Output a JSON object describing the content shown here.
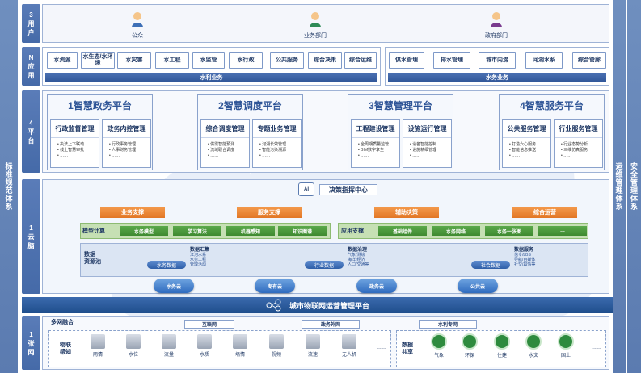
{
  "left_sidebar": "标准规范体系",
  "right_sidebar_1": "运维管理体系",
  "right_sidebar_2": "安全管理体系",
  "levels": {
    "users": "3\n用\n户",
    "apps": "N\n应\n用",
    "platform": "4\n平\n台",
    "cloud": "1\n云\n脑",
    "network": "1\n张\n网"
  },
  "users": [
    {
      "label": "公众"
    },
    {
      "label": "业务部门"
    },
    {
      "label": "政府部门"
    }
  ],
  "apps": {
    "water_items": [
      "水资源",
      "水生态/水环境",
      "水灾害",
      "水工程",
      "水监管",
      "水行政",
      "公共服务",
      "综合决策",
      "综合运维"
    ],
    "water_label": "水利业务",
    "affairs_items": [
      "供水管理",
      "排水管理",
      "城市内涝",
      "河湖水系",
      "综合管廊"
    ],
    "affairs_label": "水务业务"
  },
  "platforms": [
    {
      "title": "1智慧政务平台",
      "subs": [
        {
          "name": "行政监督管理",
          "items": [
            "执法上下联动",
            "线上智慧审批",
            "……"
          ]
        },
        {
          "name": "政务内控管理",
          "items": [
            "行政事务管理",
            "人事财务管理",
            "……"
          ]
        }
      ]
    },
    {
      "title": "2智慧调度平台",
      "subs": [
        {
          "name": "综合调度管理",
          "items": [
            "供需智能预测",
            "流域联合调度",
            "……"
          ]
        },
        {
          "name": "专题业务管理",
          "items": [
            "河湖长效管理",
            "智能污染溯源",
            "……"
          ]
        }
      ]
    },
    {
      "title": "3智慧管理平台",
      "subs": [
        {
          "name": "工程建设管理",
          "items": [
            "全周期质量监管",
            "BIM数字孪生",
            "……"
          ]
        },
        {
          "name": "设施运行管理",
          "items": [
            "设备智能控制",
            "设施精细管理",
            "……"
          ]
        }
      ]
    },
    {
      "title": "4智慧服务平台",
      "subs": [
        {
          "name": "公共服务管理",
          "items": [
            "打造六心服务",
            "智能信息推送",
            "……"
          ]
        },
        {
          "name": "行业服务管理",
          "items": [
            "行业态势分析",
            "三维仿真服务",
            "……"
          ]
        }
      ]
    }
  ],
  "brain": {
    "center": "决策指挥中心",
    "center_icon_text": "AI",
    "supports": [
      "业务支撑",
      "服务支撑",
      "辅助决策",
      "综合运营"
    ],
    "model_label": "模型计算",
    "model_items": [
      "水务模型",
      "学习算法",
      "机器感知",
      "知识图谱"
    ],
    "app_label": "应用支撑",
    "app_items": [
      "基础组件",
      "水务网络",
      "水务一张图",
      "…"
    ],
    "resource_label": "数据\n资源池",
    "resource_groups": [
      {
        "title": "数据汇集",
        "lines": [
          "江河水系",
          "水务工程",
          "管理活动"
        ],
        "pill": "水务数据"
      },
      {
        "title": "数据治理",
        "lines": [
          "气象/测绘",
          "海洋/经济",
          "人口/交通等"
        ],
        "pill": "行业数据"
      },
      {
        "title": "数据服务",
        "lines": [
          "信令/LBS",
          "导航/自媒体",
          "社交/舆情等"
        ],
        "pill": "社会数据"
      }
    ],
    "clouds": [
      "水务云",
      "专有云",
      "政务云",
      "公共云"
    ]
  },
  "iot_bar": "城市物联网运营管理平台",
  "network": {
    "multi_label": "多网融合",
    "nets": [
      "互联网",
      "政务外网",
      "水利专网"
    ],
    "sensing_label": "物联\n感知",
    "devices": [
      "雨情",
      "水位",
      "流量",
      "水质",
      "墒情",
      "视频",
      "流速",
      "无人机",
      "……"
    ],
    "share_label": "数据\n共享",
    "shares": [
      "气象",
      "环保",
      "住建",
      "水文",
      "国土",
      "……"
    ]
  }
}
